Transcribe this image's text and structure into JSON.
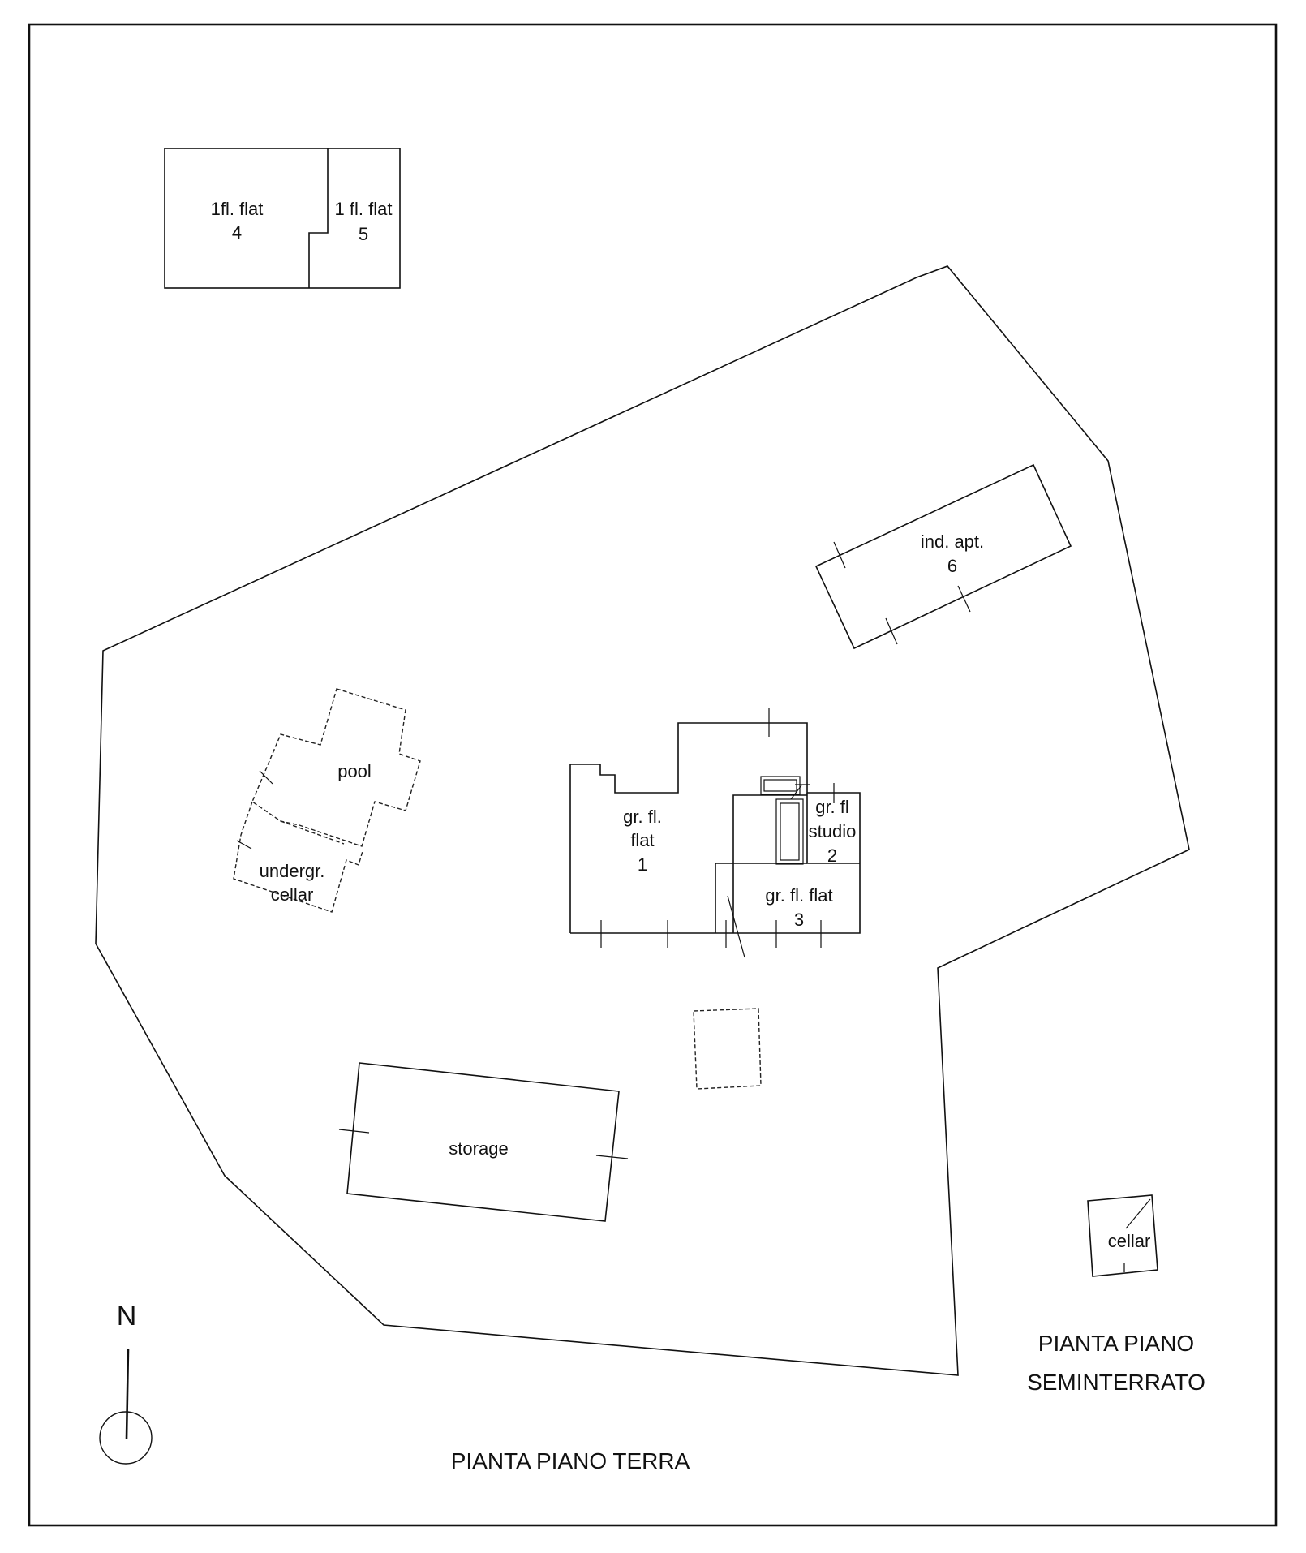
{
  "labels": {
    "flat4": [
      "1fl. flat",
      "4"
    ],
    "flat5": [
      "1 fl. flat",
      "5"
    ],
    "apt6": [
      "ind. apt.",
      "6"
    ],
    "pool": "pool",
    "cellar_under": [
      "undergr.",
      "cellar"
    ],
    "flat1": [
      "gr. fl.",
      "flat",
      "1"
    ],
    "studio2": [
      "gr. fl",
      "studio",
      "2"
    ],
    "flat3": [
      "gr. fl. flat",
      "3"
    ],
    "storage": "storage",
    "cellar": "cellar",
    "north": "N",
    "title_ground": "PIANTA PIANO TERRA",
    "title_basement": [
      "PIANTA PIANO",
      "SEMINTERRATO"
    ]
  }
}
